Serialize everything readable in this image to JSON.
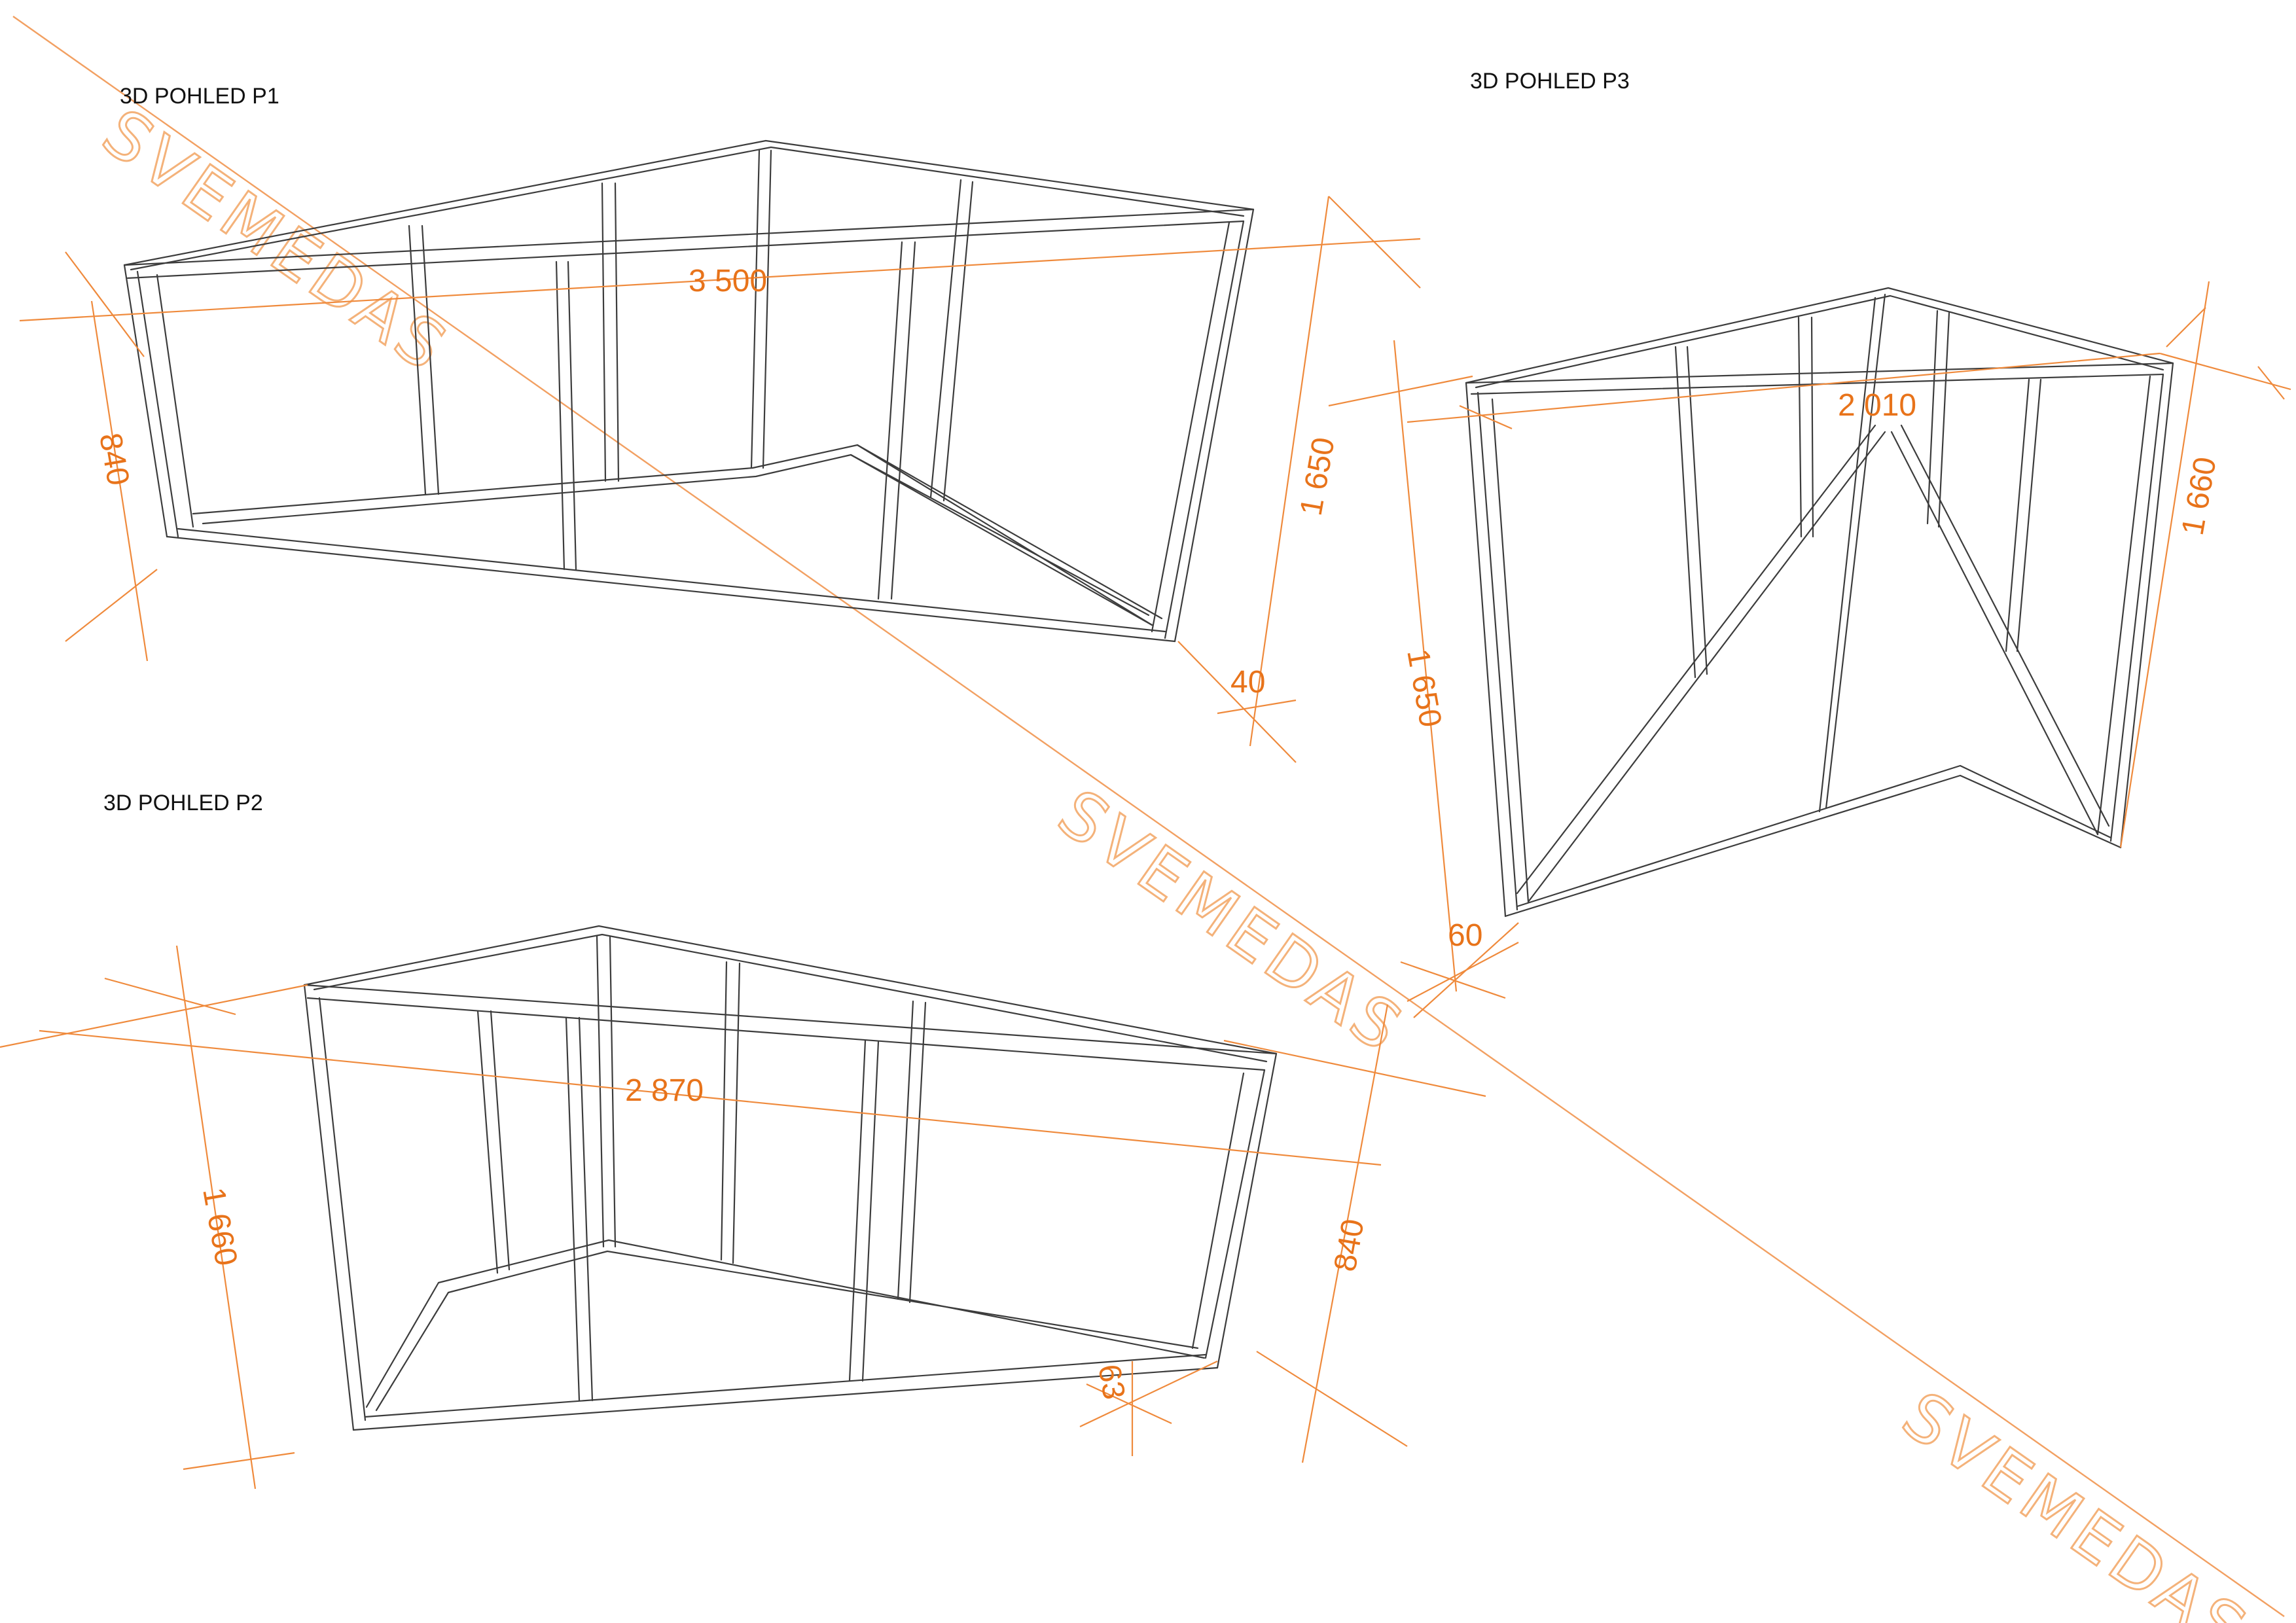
{
  "views": [
    {
      "id": "p1",
      "title": "3D POHLED P1"
    },
    {
      "id": "p2",
      "title": "3D POHLED P2"
    },
    {
      "id": "p3",
      "title": "3D POHLED P3"
    }
  ],
  "dimensions": {
    "p1": {
      "length": "3 500",
      "depth": "840",
      "height": "1 650",
      "profile": "40"
    },
    "p2": {
      "length": "2 870",
      "depth": "840",
      "height": "1 660",
      "profile": "63"
    },
    "p3": {
      "length": "2 010",
      "height_left": "1 650",
      "height_right": "1 660",
      "profile": "60"
    }
  },
  "watermark": {
    "text": "SVEMEDAS"
  },
  "colors": {
    "frame": "#3c3c3c",
    "dimension": "#e8731a",
    "watermark": "#f4b27a",
    "diagonal": "#f2a062"
  }
}
